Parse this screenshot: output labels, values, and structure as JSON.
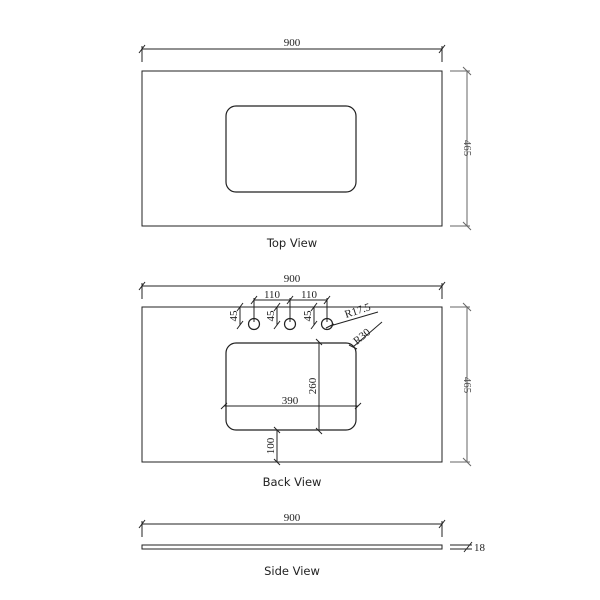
{
  "drawing": {
    "top_view": {
      "label": "Top View",
      "width_dim": "900",
      "depth_dim": "465"
    },
    "back_view": {
      "label": "Back View",
      "width_dim": "900",
      "depth_dim": "465",
      "tap_spacing_1": "110",
      "tap_spacing_2": "110",
      "tap_offset_1": "45",
      "tap_offset_2": "45",
      "tap_offset_3": "45",
      "tap_radius": "R17.5",
      "bowl_corner_radius": "R30",
      "bowl_width": "390",
      "bowl_depth": "260",
      "bowl_front_offset": "100"
    },
    "side_view": {
      "label": "Side View",
      "width_dim": "900",
      "thickness_dim": "18"
    }
  }
}
